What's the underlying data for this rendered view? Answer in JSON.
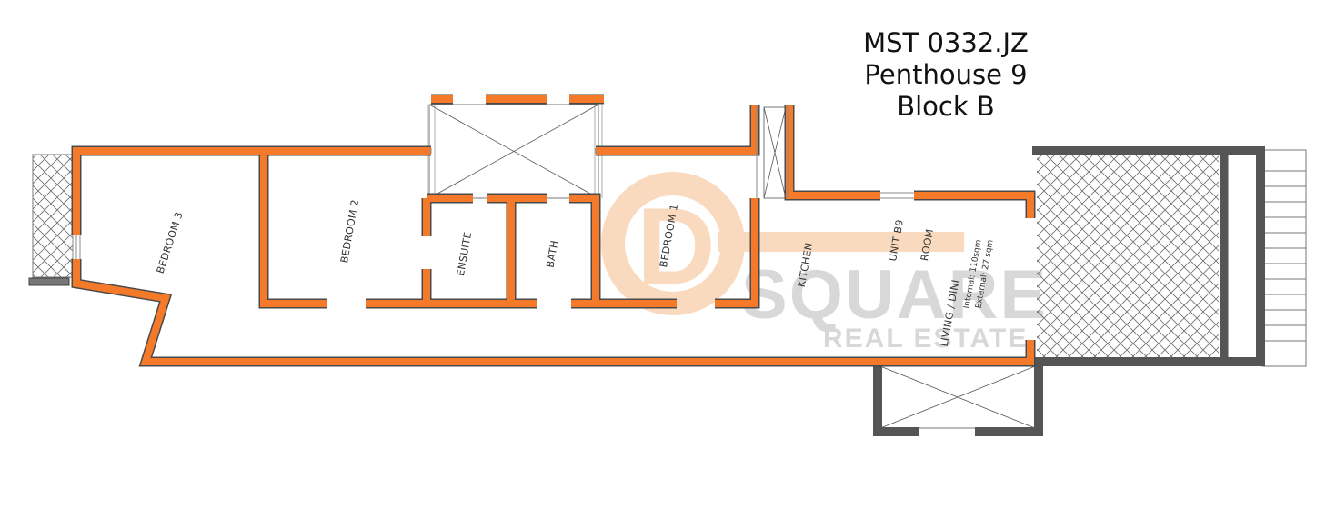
{
  "title": {
    "ref": "MST 0332.JZ",
    "unit": "Penthouse 9",
    "block": "Block B"
  },
  "rooms": {
    "bedroom3": "BEDROOM 3",
    "bedroom2": "BEDROOM 2",
    "ensuite": "ENSUITE",
    "bath": "BATH",
    "bedroom1": "BEDROOM 1",
    "kitchen": "KITCHEN",
    "unit": "UNIT B9",
    "living": "LIVING / DINI",
    "room": "ROOM"
  },
  "areas": {
    "internal": "Internal: 110sqm",
    "external": "External: 27 sqm"
  },
  "watermark": {
    "letter": "D",
    "brand": "SQUARE",
    "tagline": "REAL ESTATE"
  },
  "colors": {
    "wall": "#f47a2a",
    "wall_outline": "#4a4a4a",
    "terrace_wall": "#555555",
    "watermark_orange": "#f9d7b8",
    "watermark_grey": "#d4d4d4"
  }
}
